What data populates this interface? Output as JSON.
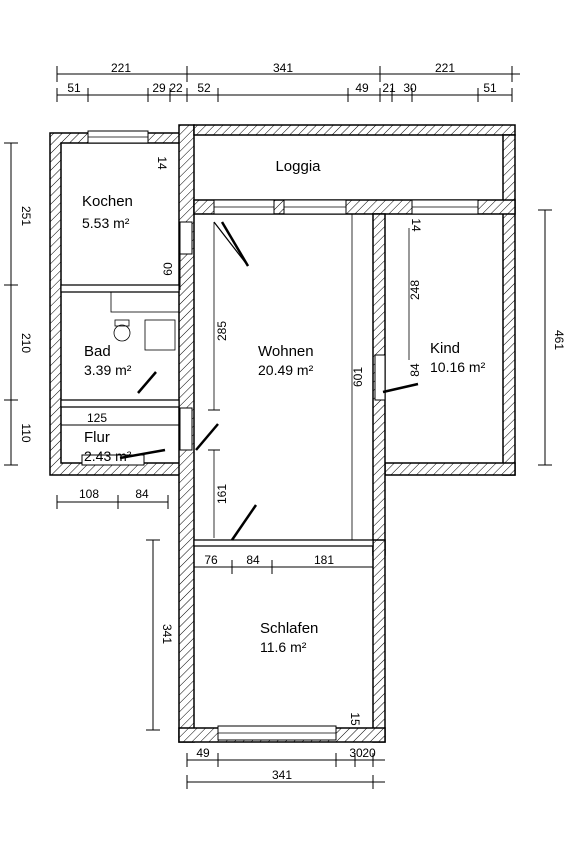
{
  "rooms": {
    "loggia": {
      "name": "Loggia"
    },
    "kochen": {
      "name": "Kochen",
      "area": "5.53 m²"
    },
    "bad": {
      "name": "Bad",
      "area": "3.39 m²"
    },
    "flur": {
      "name": "Flur",
      "area": "2.43 m²"
    },
    "wohnen": {
      "name": "Wohnen",
      "area": "20.49 m²"
    },
    "kind": {
      "name": "Kind",
      "area": "10.16 m²"
    },
    "schlafen": {
      "name": "Schlafen",
      "area": "11.6 m²"
    }
  },
  "dimensions": {
    "top_outer": [
      "221",
      "341",
      "221"
    ],
    "top_inner": [
      "51",
      "29",
      "22",
      "52",
      "49",
      "21",
      "30",
      "51"
    ],
    "left_vertical": [
      "251",
      "210",
      "110"
    ],
    "right_vertical": "461",
    "flur_bottom": [
      "108",
      "84"
    ],
    "schlafen_left": "341",
    "schlafen_bottom_outer": "341",
    "schlafen_bottom_inner": [
      "49",
      "30",
      "20"
    ],
    "schlafen_top": [
      "76",
      "84",
      "181"
    ],
    "wohnen_left": [
      "285",
      "161"
    ],
    "wohnen_right": "601",
    "kind_left": [
      "248",
      "84"
    ],
    "kochen_inner": "60",
    "flur_width": "125",
    "small_labels": [
      "14",
      "14",
      "15"
    ]
  }
}
